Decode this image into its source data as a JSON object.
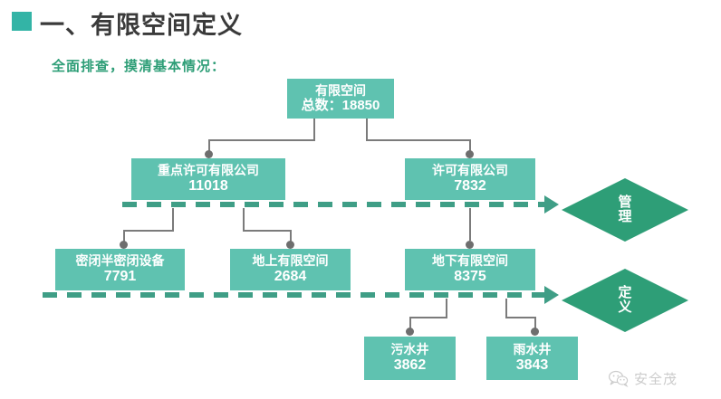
{
  "header": {
    "bullet_icon": "teal-square-icon",
    "title": "一、有限空间定义",
    "subtitle": "全面排查，摸清基本情况："
  },
  "colors": {
    "accent_teal": "#5fc2b0",
    "deep_green": "#2e9e77",
    "header_square": "#33b4a6",
    "connector_gray": "#7b7b7b",
    "title_text": "#3a3a3a",
    "dash_line": "#3f9e86"
  },
  "diagram": {
    "type": "tree-flowchart",
    "nodes": {
      "root": {
        "label": "有限空间",
        "value": "总数：18850"
      },
      "level2": [
        {
          "label": "重点许可有限公司",
          "value": "11018"
        },
        {
          "label": "许可有限公司",
          "value": "7832"
        }
      ],
      "level3": [
        {
          "label": "密闭半密闭设备",
          "value": "7791"
        },
        {
          "label": "地上有限空间",
          "value": "2684"
        },
        {
          "label": "地下有限空间",
          "value": "8375"
        }
      ],
      "level4": [
        {
          "label": "污水井",
          "value": "3862"
        },
        {
          "label": "雨水井",
          "value": "3843"
        }
      ]
    },
    "diamonds": [
      {
        "line1": "管",
        "line2": "理"
      },
      {
        "line1": "定",
        "line2": "义"
      }
    ]
  },
  "watermark": {
    "icon": "wechat-icon",
    "text": "安全茂"
  }
}
